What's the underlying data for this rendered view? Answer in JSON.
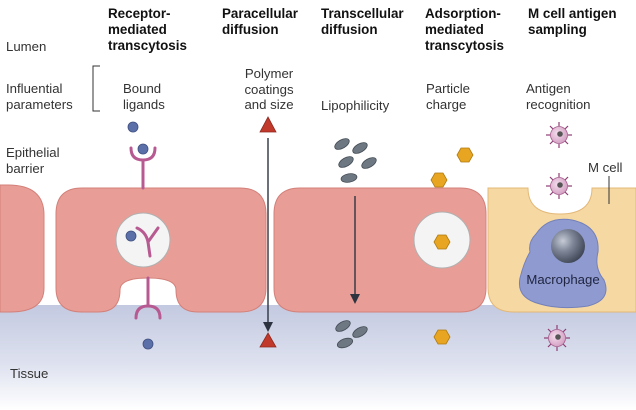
{
  "headers": {
    "receptor": "Receptor-\nmediated\ntranscytosis",
    "paracellular": "Paracellular\ndiffusion",
    "transcellular": "Transcellular\ndiffusion",
    "adsorption": "Adsorption-\nmediated\ntranscytosis",
    "mcell": "M cell antigen\nsampling"
  },
  "left_labels": {
    "lumen": "Lumen",
    "influential": "Influential\nparameters",
    "epithelial": "Epithelial\nbarrier",
    "tissue": "Tissue"
  },
  "parameters": {
    "receptor": "Bound\nligands",
    "paracellular": "Polymer\ncoatings\nand size",
    "transcellular": "Lipophilicity",
    "adsorption": "Particle\ncharge",
    "mcell": "Antigen\nrecognition"
  },
  "cell_labels": {
    "mcell": "M cell",
    "macrophage": "Macrophage"
  },
  "colors": {
    "epithelial_cell": "#e89e96",
    "mcell": "#f6d8a2",
    "tissue": "#cfd4e8",
    "receptor": "#b85a92",
    "ligand": "#5b6fa8",
    "polymer": "#c0392b",
    "lipophilic": "#6d7882",
    "charged_particle": "#e7a521",
    "antigen": "#d9a0c6",
    "macrophage": "#8f9bd0"
  }
}
